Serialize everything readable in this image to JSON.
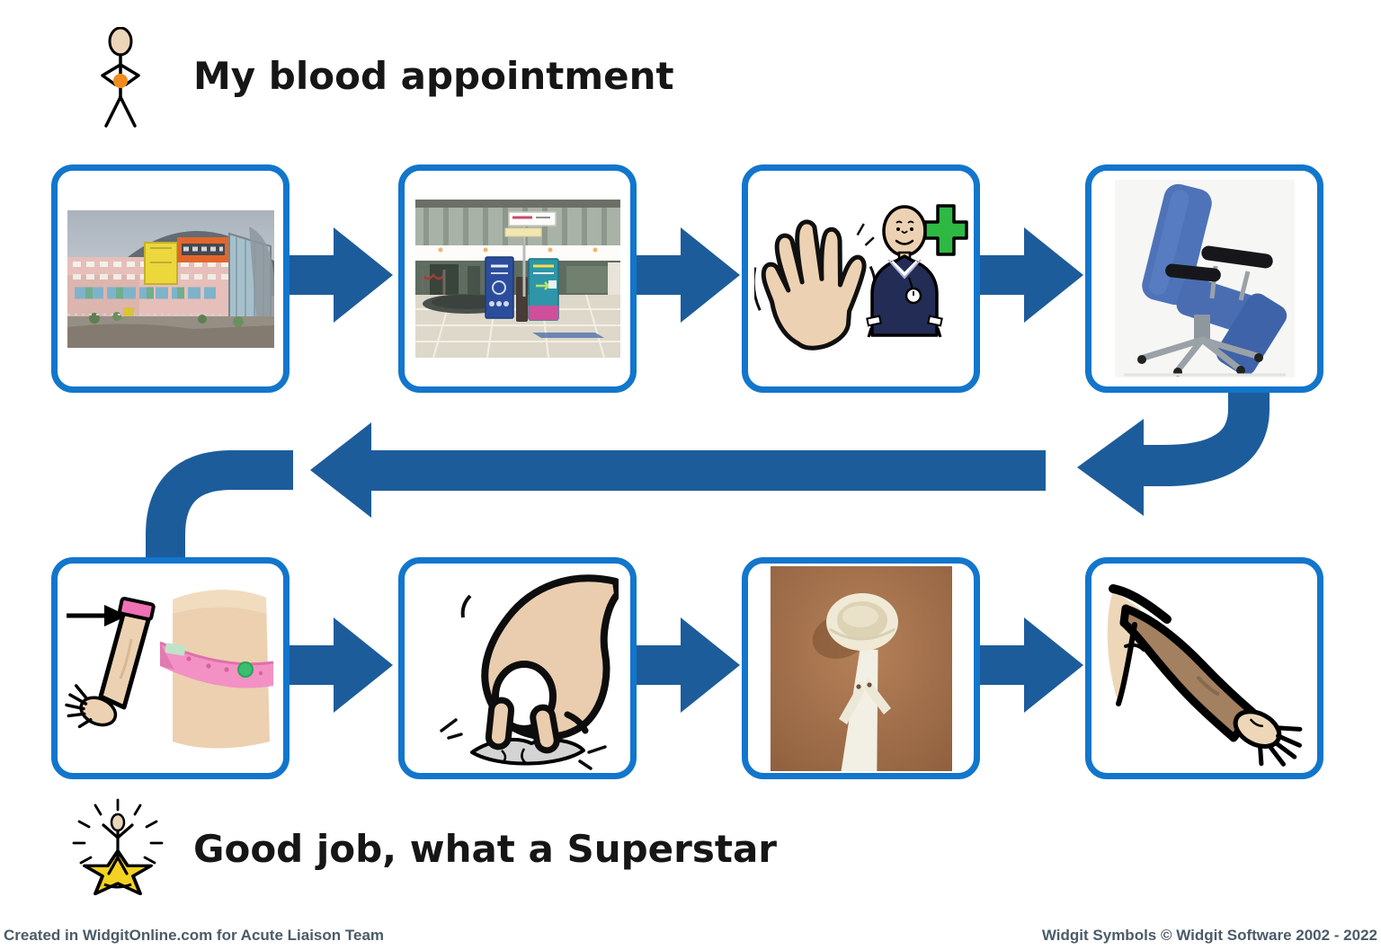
{
  "header": {
    "title": "My blood appointment",
    "icon": "my-person-icon"
  },
  "steps": [
    {
      "icon": "hospital-building-photo"
    },
    {
      "icon": "hospital-entrance-photo"
    },
    {
      "icon": "waving-hand-symbol",
      "icon2": "nurse-symbol",
      "icon3": "green-cross-icon"
    },
    {
      "icon": "blood-test-chair-photo"
    },
    {
      "icon": "arm-with-band-symbol",
      "icon2": "pink-tourniquet-band-photo"
    },
    {
      "icon": "squeezing-hand-symbol"
    },
    {
      "icon": "tourniquet-device-photo"
    },
    {
      "icon": "arm-symbol"
    }
  ],
  "celebration": {
    "text": "Good job, what a Superstar",
    "icon": "superstar-icon"
  },
  "credits": {
    "left": "Created in WidgitOnline.com for Acute Liaison Team",
    "right": "Widgit Symbols © Widgit Software 2002 - 2022"
  },
  "colors": {
    "box_border": "#1276cc",
    "arrow": "#1d5c9b",
    "star_yellow": "#f3d222",
    "skin": "#ecd2b2",
    "nurse_navy": "#232c55",
    "cross_green": "#2eb943",
    "band_pink": "#f070b4"
  }
}
